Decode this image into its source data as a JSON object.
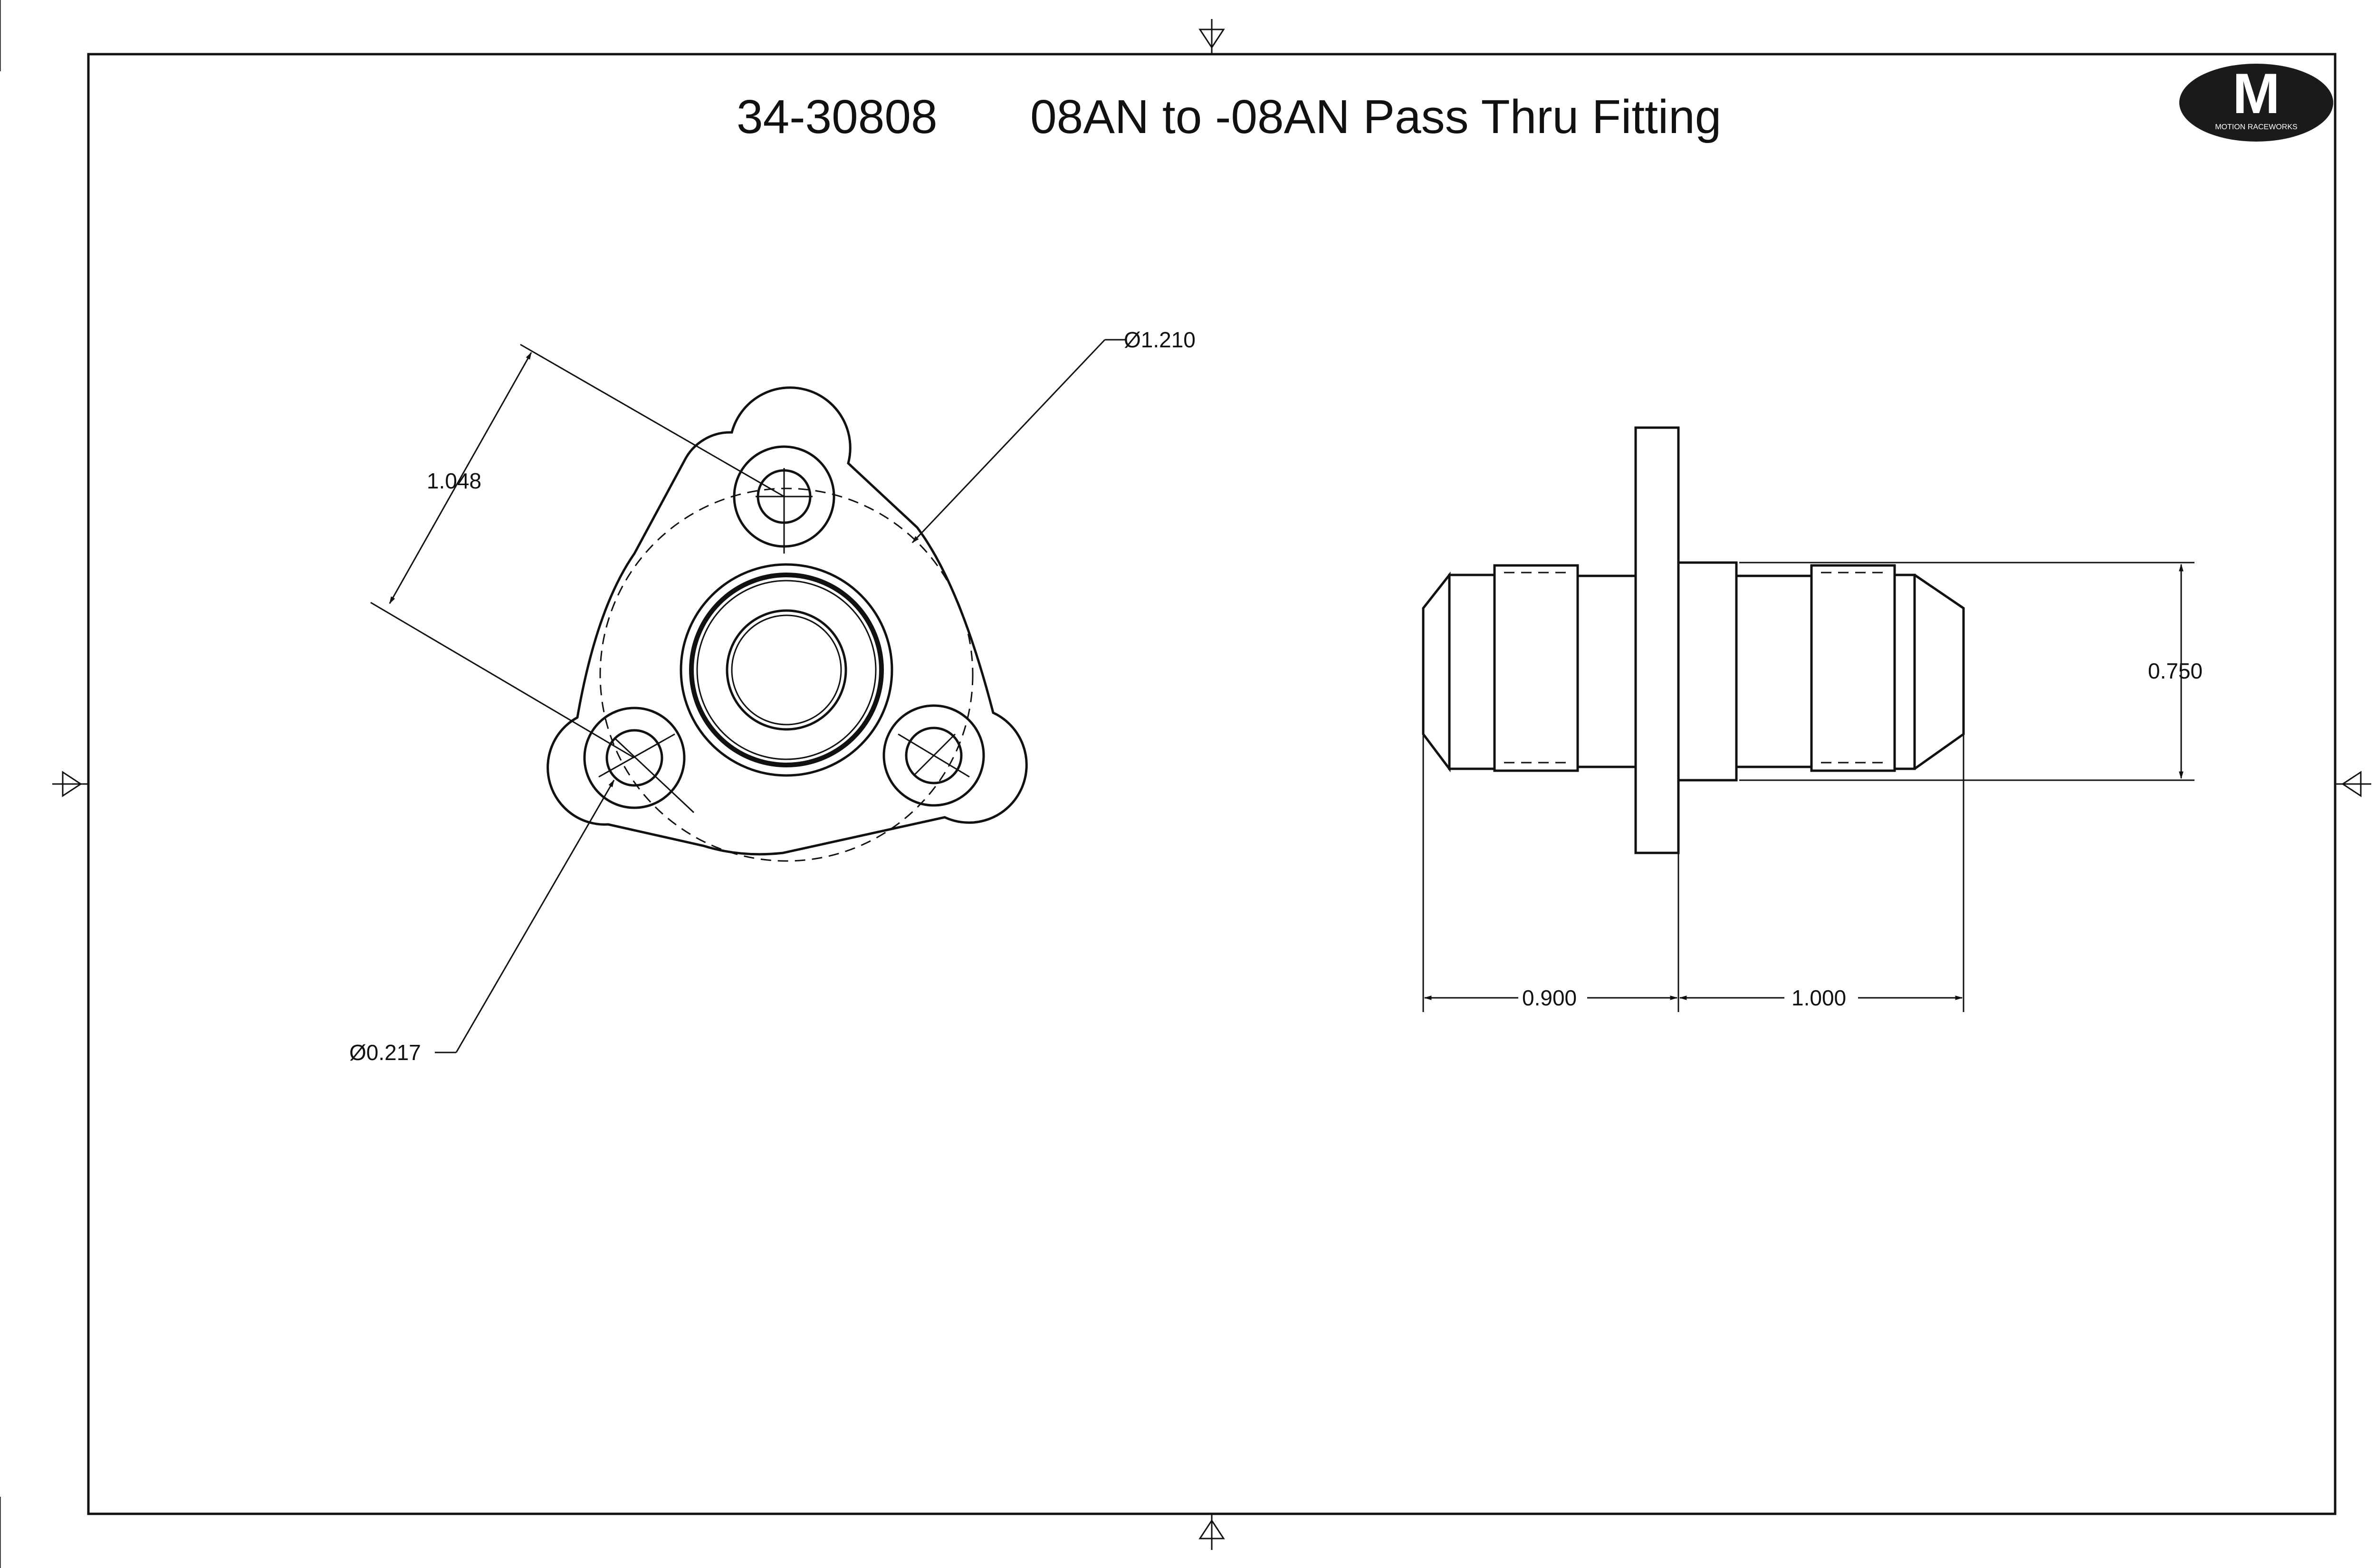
{
  "title": {
    "part_number": "34-30808",
    "description": "08AN to -08AN Pass Thru Fitting"
  },
  "logo": {
    "letter": "M",
    "brand": "MOTION RACEWORKS",
    "background_color": "#1a1a1a"
  },
  "front_view": {
    "dim_bolt_circle": "Ø1.210",
    "dim_hole_spacing": "1.048",
    "dim_hole_diameter": "Ø0.217"
  },
  "side_view": {
    "dim_hex_height": "0.750",
    "dim_left_length": "0.900",
    "dim_right_length": "1.000"
  }
}
